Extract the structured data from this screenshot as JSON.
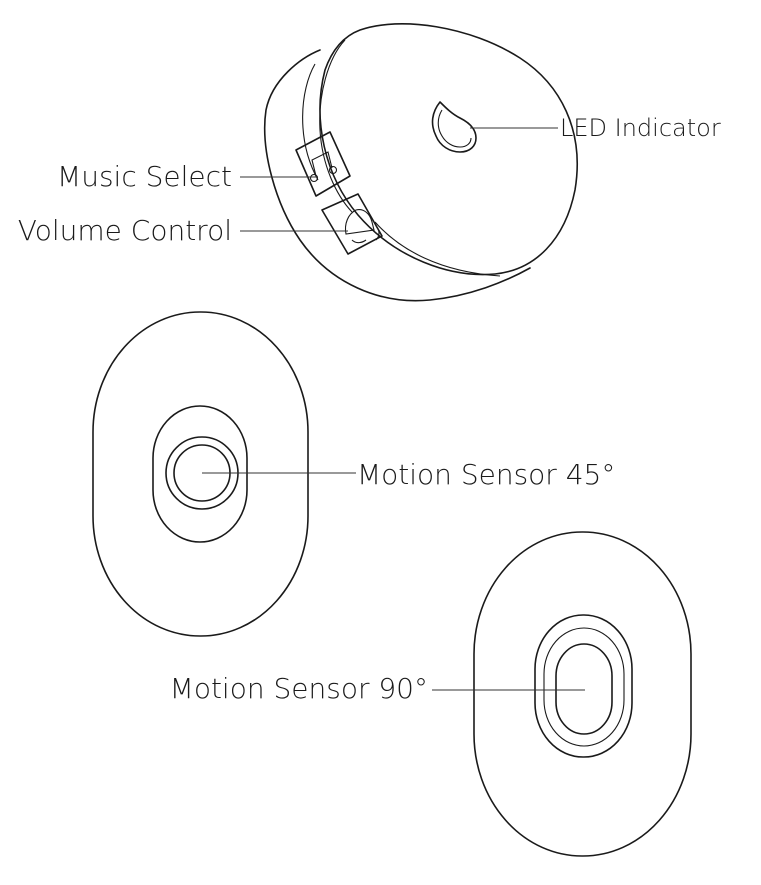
{
  "labels": {
    "led_indicator": "LED Indicator",
    "music_select": "Music Select",
    "volume_control": "Volume Control",
    "motion_sensor_45": "Motion Sensor 45°",
    "motion_sensor_90": "Motion Sensor 90°"
  },
  "colors": {
    "line": "#1a1a1a",
    "background": "#ffffff"
  },
  "icons": {
    "music_select": "music-note-icon",
    "volume_control": "bell-icon",
    "led_indicator": "led-droplet-icon"
  }
}
